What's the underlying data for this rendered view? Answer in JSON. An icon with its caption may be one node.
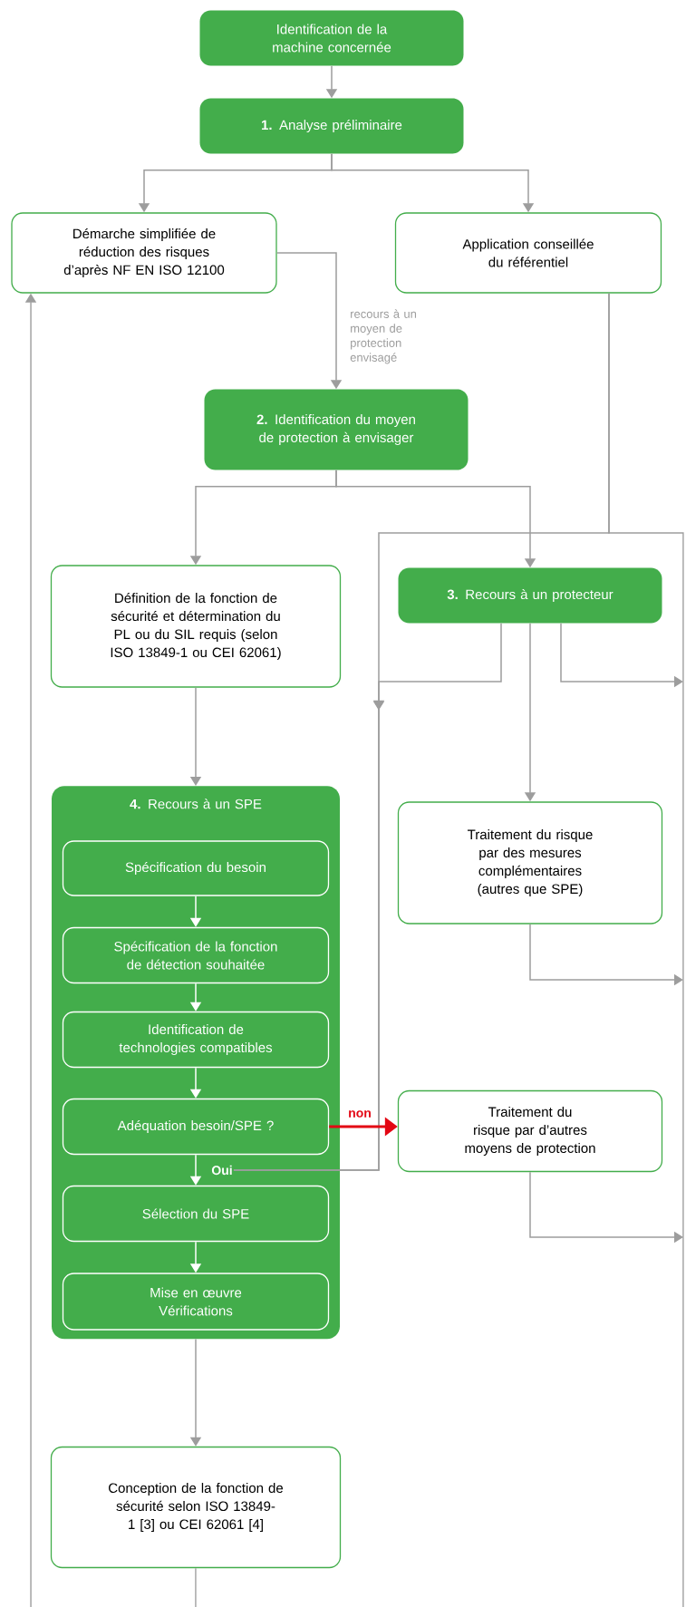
{
  "diagram": {
    "nodes": [
      {
        "text": [
          "Identification de la machine concernée"
        ]
      },
      {
        "text": [
          "**1.** Analyse préliminaire"
        ]
      },
      {
        "text": [
          "Démarche simplifiée de réduction des risques d’après NF EN ISO 12100"
        ]
      },
      {
        "text": [
          "Application conseillée du référentiel"
        ]
      },
      {
        "text": [
          "**2.** Identification du moyen de protection à envisager"
        ]
      },
      {
        "text": [
          "Définition de la fonction de sécurité et détermination du PL ou du SIL requis (selon ISO 13849-1 ou CEI 62061)"
        ]
      },
      {
        "text": [
          "**3.** Recours à un protecteur"
        ]
      },
      {
        "text": [
          "**4.** Recours à un SPE"
        ]
      },
      {
        "text": [
          "Spécification du besoin"
        ],
        "in": 7
      },
      {
        "text": [
          "Spécification de la fonction de détection souhaitée"
        ],
        "in": 7
      },
      {
        "text": [
          "Identification de technologies compatibles"
        ],
        "in": 7
      },
      {
        "text": [
          "Adéquation besoin/SPE ?"
        ],
        "in": 7
      },
      {
        "text": [
          "Sélection du SPE"
        ],
        "in": 7
      },
      {
        "text": [
          "Mise en œuvre Vérifications"
        ],
        "in": 7
      },
      {
        "text": [
          "Traitement du risque par des mesures complémentaires (autres que SPE)"
        ]
      },
      {
        "text": [
          "Traitement du risque par d’autres moyens de protection"
        ]
      },
      {
        "text": [
          "Conception de la fonction de sécurité selon ISO 13849-1 [3] ou CEI 62061 [4]"
        ]
      },
      {
        "text": [
          "Oui"
        ],
        "in": 7
      }
    ],
    "edges": [
      {
        "from": 0,
        "to": 1,
        "arrow": "to"
      },
      {
        "from": 1,
        "to": 2,
        "arrow": "to"
      },
      {
        "from": 1,
        "to": 3,
        "arrow": "to"
      },
      {
        "from": 2,
        "to": 4,
        "arrow": "to",
        "label": "recours à un moyen de protection envisagé"
      },
      {
        "from": 4,
        "to": 5,
        "arrow": "to"
      },
      {
        "from": 4,
        "to": 6,
        "arrow": "to"
      },
      {
        "from": 3,
        "to": 17,
        "arrow": "to"
      },
      {
        "from": 3,
        "to": null,
        "arrow": "none"
      },
      {
        "from": 6,
        "to": 14,
        "arrow": "to"
      },
      {
        "from": 6,
        "to": 17,
        "arrow": "to"
      },
      {
        "from": 6,
        "to": null,
        "arrow": "to"
      },
      {
        "from": 5,
        "to": 7,
        "arrow": "to"
      },
      {
        "from": 8,
        "to": 9,
        "arrow": "to",
        "color": "#ffffff"
      },
      {
        "from": 9,
        "to": 10,
        "arrow": "to",
        "color": "#ffffff"
      },
      {
        "from": 10,
        "to": 11,
        "arrow": "to",
        "color": "#ffffff"
      },
      {
        "from": 11,
        "to": 15,
        "arrow": "to",
        "color": "#e30613",
        "label": "non"
      },
      {
        "from": 11,
        "to": 12,
        "arrow": "to",
        "color": "#ffffff"
      },
      {
        "from": 12,
        "to": 13,
        "arrow": "to",
        "color": "#ffffff"
      },
      {
        "from": 14,
        "to": null,
        "arrow": "to"
      },
      {
        "from": 15,
        "to": null,
        "arrow": "to"
      },
      {
        "from": 7,
        "to": 16,
        "arrow": "to"
      },
      {
        "from": 16,
        "to": null,
        "arrow": "none"
      },
      {
        "from": null,
        "to": 2,
        "arrow": "to"
      }
    ]
  }
}
